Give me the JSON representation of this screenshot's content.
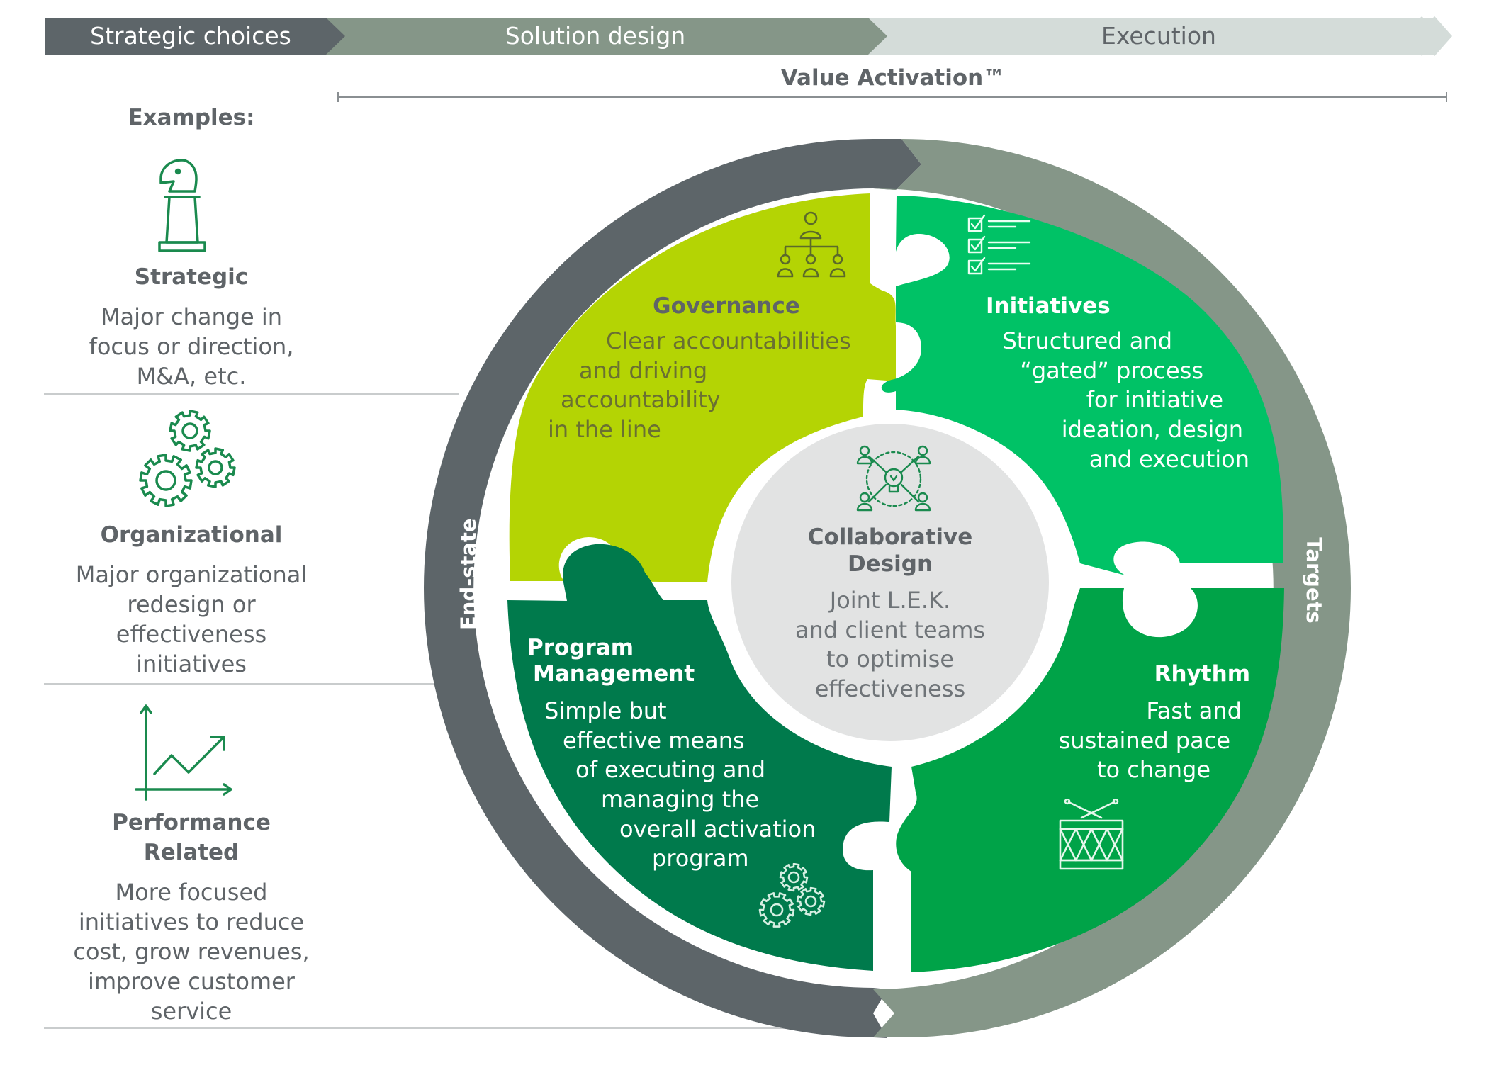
{
  "phases": [
    {
      "label": "Strategic choices",
      "color": "#5d6569",
      "text_color": "#ffffff"
    },
    {
      "label": "Solution design",
      "color": "#859688",
      "text_color": "#ffffff"
    },
    {
      "label": "Execution",
      "color": "#d4dcd9",
      "text_color": "#5f6468"
    }
  ],
  "value_activation": "Value Activation™",
  "examples": {
    "heading": "Examples:",
    "items": [
      {
        "icon": "chess-knight-icon",
        "title": "Strategic",
        "lines": [
          "Major change in",
          "focus or direction,",
          "M&A, etc."
        ]
      },
      {
        "icon": "gears-icon",
        "title": "Organizational",
        "lines": [
          "Major organizational",
          "redesign or",
          "effectiveness",
          "initiatives"
        ]
      },
      {
        "icon": "growth-chart-icon",
        "title_lines": [
          "Performance",
          "Related"
        ],
        "lines": [
          "More focused",
          "initiatives to reduce",
          "cost, grow revenues,",
          "improve customer",
          "service"
        ]
      }
    ]
  },
  "ring": {
    "left_label": "End-state",
    "right_label": "Targets",
    "left_color": "#5d6569",
    "right_color": "#859688"
  },
  "pieces": {
    "governance": {
      "title": "Governance",
      "lines": [
        "Clear accountabilities",
        "and driving",
        "accountability",
        "in the line"
      ],
      "color": "#b4d404",
      "icon": "org-chart-icon"
    },
    "initiatives": {
      "title": "Initiatives",
      "lines": [
        "Structured and",
        "“gated” process",
        "for initiative",
        "ideation, design",
        "and execution"
      ],
      "color": "#00c266",
      "icon": "checklist-icon"
    },
    "program": {
      "title_lines": [
        "Program",
        "Management"
      ],
      "lines": [
        "Simple but",
        "effective means",
        "of executing and",
        "managing the",
        "overall activation",
        "program"
      ],
      "color": "#007a4c",
      "icon": "gears-icon"
    },
    "rhythm": {
      "title": "Rhythm",
      "lines": [
        "Fast and",
        "sustained pace",
        "to change"
      ],
      "color": "#00a348",
      "icon": "drum-icon"
    }
  },
  "center": {
    "title_lines": [
      "Collaborative",
      "Design"
    ],
    "lines": [
      "Joint L.E.K.",
      "and client teams",
      "to optimise",
      "effectiveness"
    ],
    "color": "#e2e3e3",
    "icon": "team-idea-icon"
  }
}
